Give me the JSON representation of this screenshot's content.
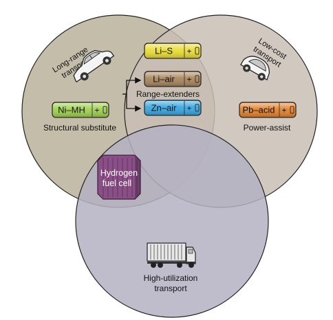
{
  "diagram": {
    "circles": [
      {
        "id": "long-range",
        "fill": "#b8b29a"
      },
      {
        "id": "low-cost",
        "fill": "#c9beb5"
      },
      {
        "id": "high-utilization",
        "fill": "#b4b2c2"
      }
    ],
    "long_range_label": [
      "Long-range",
      "transport"
    ],
    "low_cost_label": [
      "Low-cost",
      "transport"
    ],
    "high_util_label": [
      "High-utilization",
      "transport"
    ],
    "range_extenders_label": "Range-extenders",
    "structural_label": "Structural substitute",
    "power_assist_label": "Power-assist",
    "hydrogen_label": [
      "Hydrogen",
      "fuel cell"
    ],
    "batteries": [
      {
        "id": "li-s",
        "label": "Li–S",
        "color": "#e9dc35"
      },
      {
        "id": "li-air",
        "label": "Li–air",
        "color": "#a8865e"
      },
      {
        "id": "zn-air",
        "label": "Zn–air",
        "color": "#3aa7e0"
      },
      {
        "id": "ni-mh",
        "label": "Ni–MH",
        "color": "#9fd04f"
      },
      {
        "id": "pb-acid",
        "label": "Pb–acid",
        "color": "#e4822d"
      }
    ],
    "fuel_cell_color": "#8a4f86"
  }
}
